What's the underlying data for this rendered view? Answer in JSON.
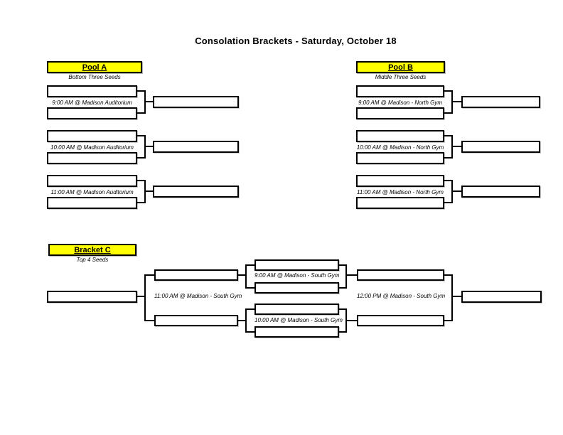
{
  "title": "Consolation Brackets - Saturday, October 18",
  "colors": {
    "header_bg": "#FFFF00",
    "line": "#000000",
    "box_fill": "#FFFFFF"
  },
  "pool_a": {
    "title": "Pool A",
    "subtitle": "Bottom Three Seeds",
    "games": [
      "9:00 AM @ Madison Auditorium",
      "10:00 AM @ Madison Auditorium",
      "11:00 AM @ Madison Auditorium"
    ]
  },
  "pool_b": {
    "title": "Pool B",
    "subtitle": "Middle Three Seeds",
    "games": [
      "9:00 AM @ Madison - North Gym",
      "10:00 AM @ Madison - North Gym",
      "11:00 AM @ Madison - North Gym"
    ]
  },
  "bracket_c": {
    "title": "Bracket C",
    "subtitle": "Top 4 Seeds",
    "games": {
      "semi1": "9:00 AM @ Madison  - South Gym",
      "semi2": "10:00 AM @ Madison  - South Gym",
      "left_final": "11:00 AM @ Madison  - South Gym",
      "right_final": "12:00 PM @ Madison  - South Gym"
    }
  }
}
